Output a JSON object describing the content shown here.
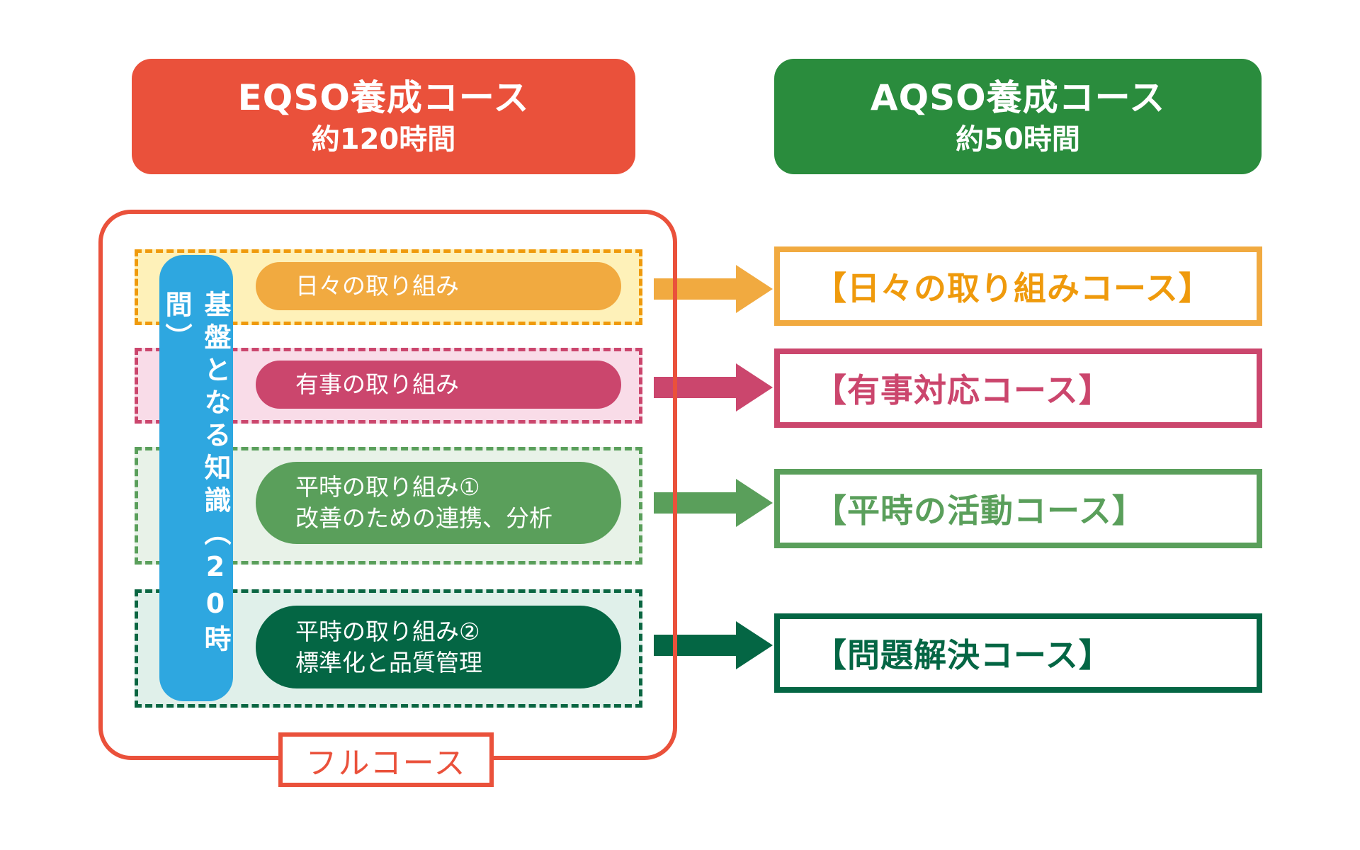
{
  "headers": {
    "eqso": {
      "title": "EQSO養成コース",
      "hours": "約120時間",
      "color": "#EA513B"
    },
    "aqso": {
      "title": "AQSO養成コース",
      "hours": "約50時間",
      "color": "#2A8C3D"
    }
  },
  "full_course": {
    "label": "フルコース",
    "color": "#EA513B"
  },
  "foundation": {
    "label": "基盤となる知識（20時間）",
    "color": "#2EA7E0"
  },
  "modules": [
    {
      "lines": [
        "日々の取り組み"
      ],
      "color": "#F1AA40",
      "band_color": "#FEF1B9"
    },
    {
      "lines": [
        "有事の取り組み"
      ],
      "color": "#CB466D",
      "band_color": "#F9DCE8"
    },
    {
      "lines": [
        "平時の取り組み①",
        "改善のための連携、分析"
      ],
      "color": "#5A9F5B",
      "band_color": "#E8F2E8"
    },
    {
      "lines": [
        "平時の取り組み②",
        "標準化と品質管理"
      ],
      "color": "#046644",
      "band_color": "#E0F0EA"
    }
  ],
  "courses": [
    {
      "label": "【日々の取り組みコース】",
      "color": "#EF9A0C"
    },
    {
      "label": "【有事対応コース】",
      "color": "#CB466D"
    },
    {
      "label": "【平時の活動コース】",
      "color": "#5A9F5B"
    },
    {
      "label": "【問題解決コース】",
      "color": "#046644"
    }
  ],
  "arrow_colors": [
    "#F1AA40",
    "#CB466D",
    "#5A9F5B",
    "#046644"
  ]
}
